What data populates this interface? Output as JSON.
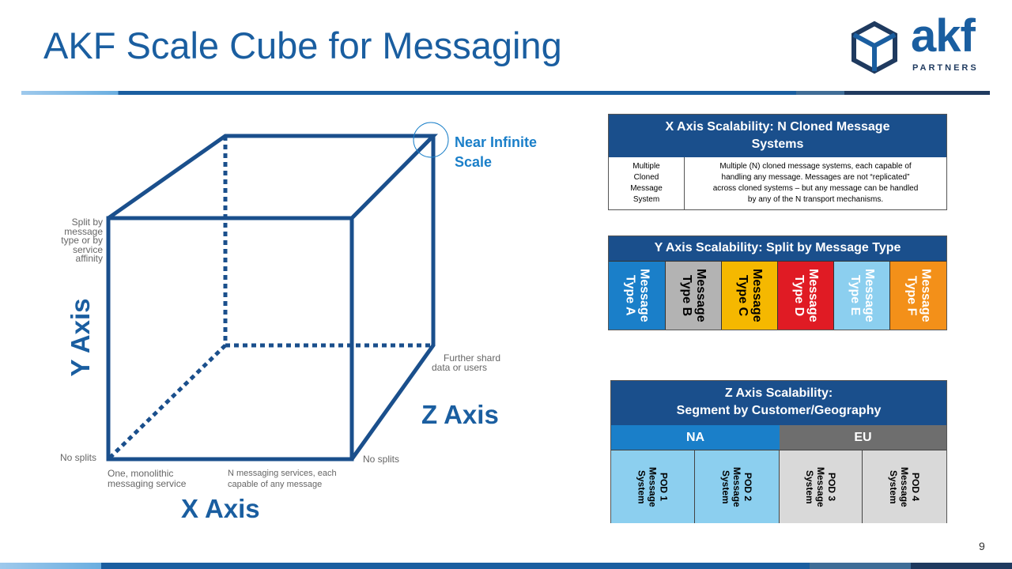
{
  "title": "AKF Scale Cube for Messaging",
  "logo": {
    "word": "akf",
    "sub": "PARTNERS"
  },
  "page_number": "9",
  "cube": {
    "near_infinite": "Near Infinite Scale",
    "y_split_label": [
      "Split by",
      "message",
      "type or by",
      "service",
      "affinity"
    ],
    "further_shard": [
      "Further shard",
      "data or users"
    ],
    "no_splits_left": "No splits",
    "no_splits_right": "No splits",
    "monolithic": [
      "One, monolithic",
      "messaging service"
    ],
    "n_services": [
      "N messaging services, each",
      "capable of any message"
    ],
    "y_axis": "Y Axis",
    "x_axis": "X Axis",
    "z_axis": "Z Axis"
  },
  "x_table": {
    "header": [
      "X Axis Scalability: N Cloned Message",
      "Systems"
    ],
    "left": [
      "Multiple",
      "Cloned",
      "Message",
      "System"
    ],
    "right": [
      "Multiple (N) cloned message systems, each capable of",
      "handling any message.  Messages are not “replicated”",
      "across cloned systems – but any message can be handled",
      "by any of the N transport mechanisms."
    ]
  },
  "y_table": {
    "header": "Y Axis Scalability: Split by Message Type",
    "types": [
      {
        "l1": "Message",
        "l2": "Type A",
        "bg": "#1a7fc9",
        "fg": "#ffffff"
      },
      {
        "l1": "Message",
        "l2": "Type B",
        "bg": "#b3b3b3",
        "fg": "#000000"
      },
      {
        "l1": "Message",
        "l2": "Type C",
        "bg": "#f5b800",
        "fg": "#000000"
      },
      {
        "l1": "Message",
        "l2": "Type D",
        "bg": "#e01b24",
        "fg": "#ffffff"
      },
      {
        "l1": "Message",
        "l2": "Type E",
        "bg": "#8ccfef",
        "fg": "#ffffff"
      },
      {
        "l1": "Message",
        "l2": "Type F",
        "bg": "#f39019",
        "fg": "#ffffff"
      }
    ]
  },
  "z_table": {
    "header": [
      "Z Axis Scalability:",
      "Segment by Customer/Geography"
    ],
    "regions": [
      {
        "name": "NA",
        "bg": "#1a7fc9"
      },
      {
        "name": "EU",
        "bg": "#6e6e6e"
      }
    ],
    "pods": [
      {
        "l1": "POD 1",
        "l2": "Message",
        "l3": "System",
        "bg": "#8ccfef"
      },
      {
        "l1": "POD 2",
        "l2": "Message",
        "l3": "System",
        "bg": "#8ccfef"
      },
      {
        "l1": "POD 3",
        "l2": "Message",
        "l3": "System",
        "bg": "#d9d9d9"
      },
      {
        "l1": "POD 4",
        "l2": "Message",
        "l3": "System",
        "bg": "#d9d9d9"
      }
    ]
  }
}
